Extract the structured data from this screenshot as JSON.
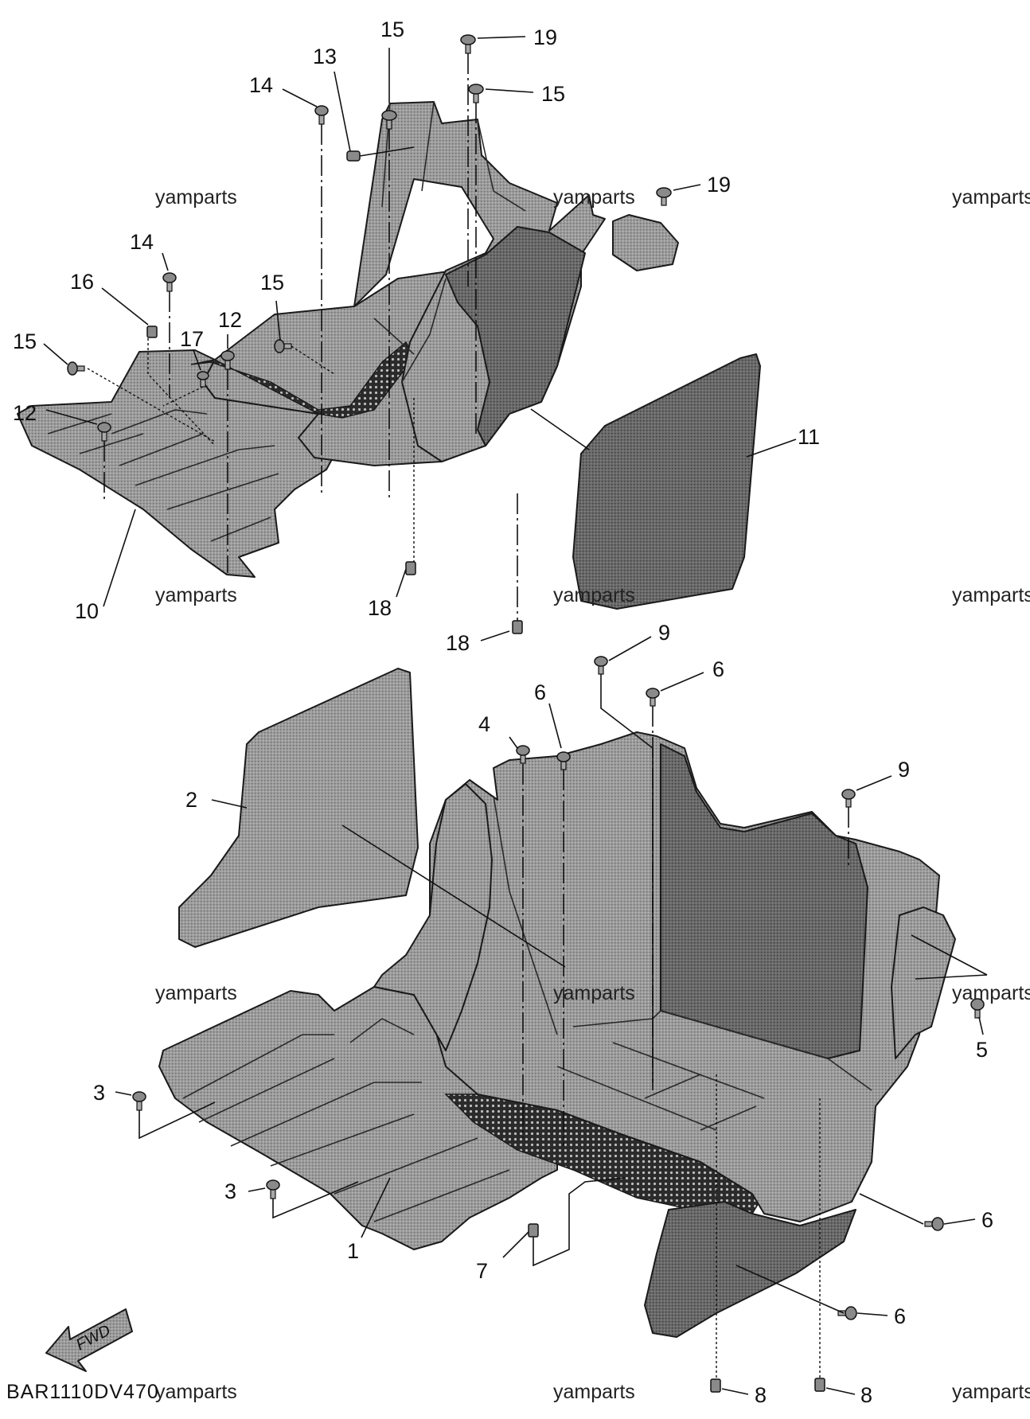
{
  "diagram": {
    "drawing_code": "BAR1110DV470",
    "direction_label": "FWD",
    "watermark": "yamparts",
    "callouts": [
      {
        "id": "c19a",
        "label": "19"
      },
      {
        "id": "c15a",
        "label": "15"
      },
      {
        "id": "c13",
        "label": "13"
      },
      {
        "id": "c15b",
        "label": "15"
      },
      {
        "id": "c14a",
        "label": "14"
      },
      {
        "id": "c19b",
        "label": "19"
      },
      {
        "id": "c14b",
        "label": "14"
      },
      {
        "id": "c16",
        "label": "16"
      },
      {
        "id": "c15c",
        "label": "15"
      },
      {
        "id": "c12a",
        "label": "12"
      },
      {
        "id": "c15d",
        "label": "15"
      },
      {
        "id": "c17",
        "label": "17"
      },
      {
        "id": "c12b",
        "label": "12"
      },
      {
        "id": "c11",
        "label": "11"
      },
      {
        "id": "c10",
        "label": "10"
      },
      {
        "id": "c18a",
        "label": "18"
      },
      {
        "id": "c18b",
        "label": "18"
      },
      {
        "id": "c9a",
        "label": "9"
      },
      {
        "id": "c6a",
        "label": "6"
      },
      {
        "id": "c6b",
        "label": "6"
      },
      {
        "id": "c4",
        "label": "4"
      },
      {
        "id": "c9b",
        "label": "9"
      },
      {
        "id": "c2",
        "label": "2"
      },
      {
        "id": "c5",
        "label": "5"
      },
      {
        "id": "c3a",
        "label": "3"
      },
      {
        "id": "c3b",
        "label": "3"
      },
      {
        "id": "c6c",
        "label": "6"
      },
      {
        "id": "c1",
        "label": "1"
      },
      {
        "id": "c7",
        "label": "7"
      },
      {
        "id": "c6d",
        "label": "6"
      },
      {
        "id": "c8a",
        "label": "8"
      },
      {
        "id": "c8b",
        "label": "8"
      }
    ]
  }
}
